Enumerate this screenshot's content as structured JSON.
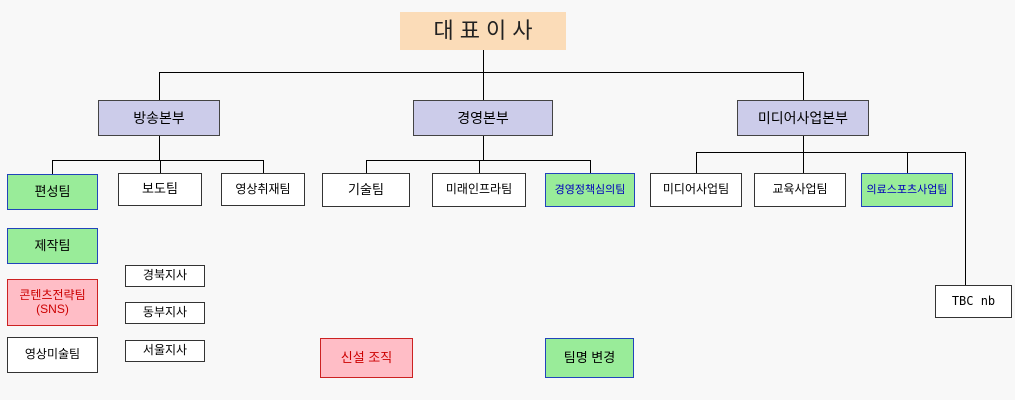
{
  "title": "organization-chart",
  "colors": {
    "background": "#f8f8f8",
    "ceo_fill": "#fbdcb8",
    "division_fill": "#ccccea",
    "renamed_fill": "#99ec99",
    "renamed_border": "#2244bb",
    "renamed_alt_text": "#0000bb",
    "new_fill": "#ffbdc6",
    "new_border": "#cc2222",
    "new_text": "#cc0000",
    "plain_fill": "#ffffff",
    "line": "#000000"
  },
  "nodes": {
    "ceo": {
      "label": "대표이사"
    },
    "div_broadcast": {
      "label": "방송본부"
    },
    "div_management": {
      "label": "경영본부"
    },
    "div_media": {
      "label": "미디어사업본부"
    },
    "planning": {
      "label": "편성팀",
      "status": "renamed"
    },
    "news": {
      "label": "보도팀"
    },
    "coverage": {
      "label": "영상취재팀"
    },
    "production": {
      "label": "제작팀",
      "status": "renamed"
    },
    "content_strategy": {
      "label": "콘텐츠전략팀",
      "label2": "(SNS)",
      "status": "new"
    },
    "video_art": {
      "label": "영상미술팀"
    },
    "branch_gyeongbuk": {
      "label": "경북지사"
    },
    "branch_dongbu": {
      "label": "동부지사"
    },
    "branch_seoul": {
      "label": "서울지사"
    },
    "tech": {
      "label": "기술팀"
    },
    "future_infra": {
      "label": "미래인프라팀"
    },
    "mgmt_policy": {
      "label": "경영정책심의팀",
      "status": "renamed"
    },
    "media_biz": {
      "label": "미디어사업팀"
    },
    "edu_biz": {
      "label": "교육사업팀"
    },
    "medical_sports": {
      "label": "의료스포츠사업팀",
      "status": "renamed"
    },
    "tbc_nb": {
      "label": "TBC nb"
    }
  },
  "legend": {
    "new_org": {
      "label": "신설 조직"
    },
    "renamed": {
      "label": "팀명 변경"
    }
  }
}
